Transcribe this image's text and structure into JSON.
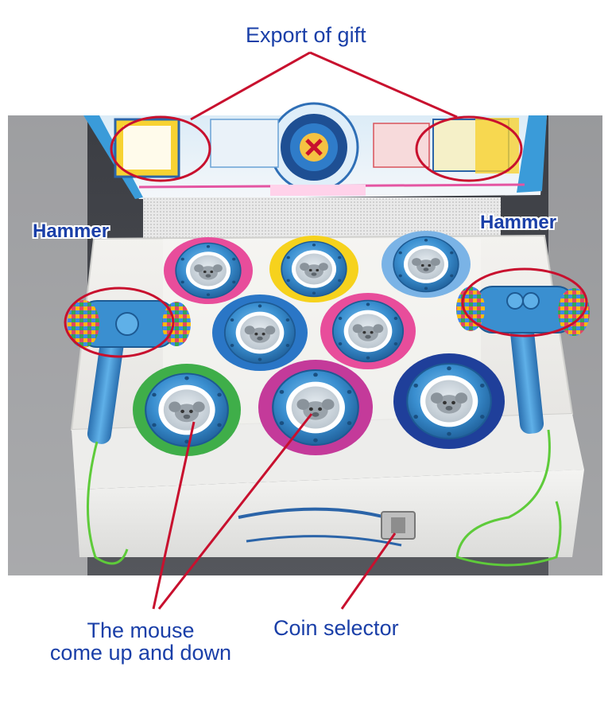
{
  "labels": {
    "export_of_gift": "Export of gift",
    "hammer_left": "Hammer",
    "hammer_right": "Hammer",
    "mouse_line1": "The mouse",
    "mouse_line2": "come up and down",
    "coin_selector": "Coin selector"
  },
  "colors": {
    "label_text": "#1a3fa8",
    "annotation_red": "#c8102e",
    "hammer_blue": "#3a8fd0",
    "machine_white": "#f2f2f0"
  },
  "icons": [
    "mole-icon",
    "hammer-icon",
    "target-icon"
  ]
}
